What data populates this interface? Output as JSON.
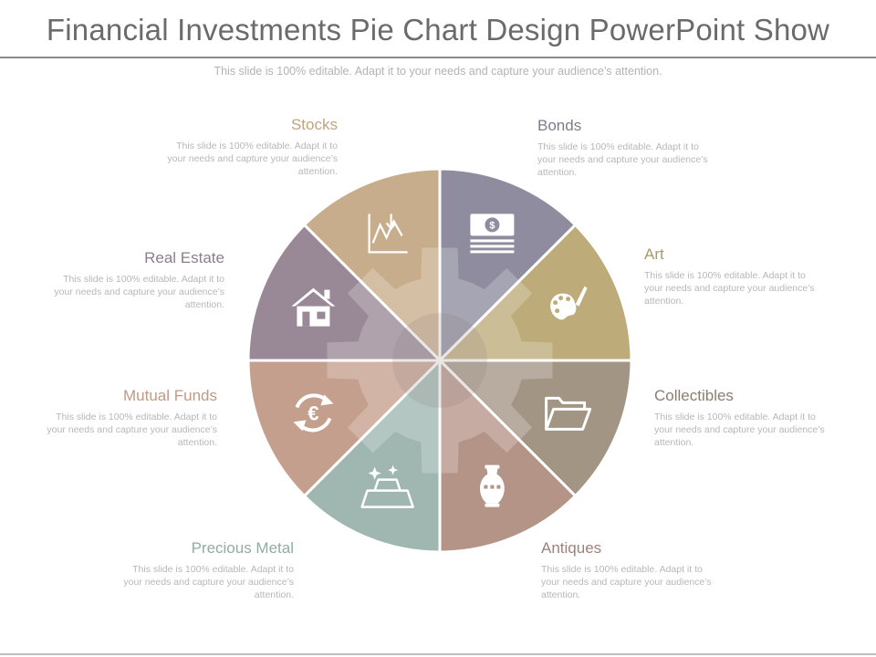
{
  "title": "Financial Investments Pie Chart Design PowerPoint Show",
  "subtitle": "This slide is 100% editable. Adapt it to your needs and capture your audience’s attention.",
  "segments": [
    {
      "label": "Stocks",
      "description": "This slide is 100% editable. Adapt it to your needs and capture your audience’s attention.",
      "color": "#c8ad8c",
      "label_color": "#bfa47e",
      "icon": "chart-trend-icon"
    },
    {
      "label": "Bonds",
      "description": "This slide is 100% editable. Adapt it to your needs and capture your audience’s attention.",
      "color": "#8e8c9e",
      "label_color": "#7d7c8c",
      "icon": "money-stack-icon"
    },
    {
      "label": "Art",
      "description": "This slide is 100% editable. Adapt it to your needs and capture your audience’s attention.",
      "color": "#bdac79",
      "label_color": "#a99a66",
      "icon": "palette-icon"
    },
    {
      "label": "Collectibles",
      "description": "This slide is 100% editable. Adapt it to your needs and capture your audience’s attention.",
      "color": "#a39584",
      "label_color": "#8b7e70",
      "icon": "folder-icon"
    },
    {
      "label": "Antiques",
      "description": "This slide is 100% editable. Adapt it to your needs and capture your audience’s attention.",
      "color": "#b59488",
      "label_color": "#a0807a",
      "icon": "vase-icon"
    },
    {
      "label": "Precious Metal",
      "description": "This slide is 100% editable. Adapt it to your needs and capture your audience’s attention.",
      "color": "#9fb7b0",
      "label_color": "#93aba4",
      "icon": "gold-bars-icon"
    },
    {
      "label": "Mutual Funds",
      "description": "This slide is 100% editable. Adapt it to your needs and capture your audience’s attention.",
      "color": "#c49f8d",
      "label_color": "#c09a86",
      "icon": "euro-exchange-icon"
    },
    {
      "label": "Real Estate",
      "description": "This slide is 100% editable. Adapt it to your needs and capture your audience’s attention.",
      "color": "#998896",
      "label_color": "#8e7d8e",
      "icon": "house-icon"
    }
  ]
}
